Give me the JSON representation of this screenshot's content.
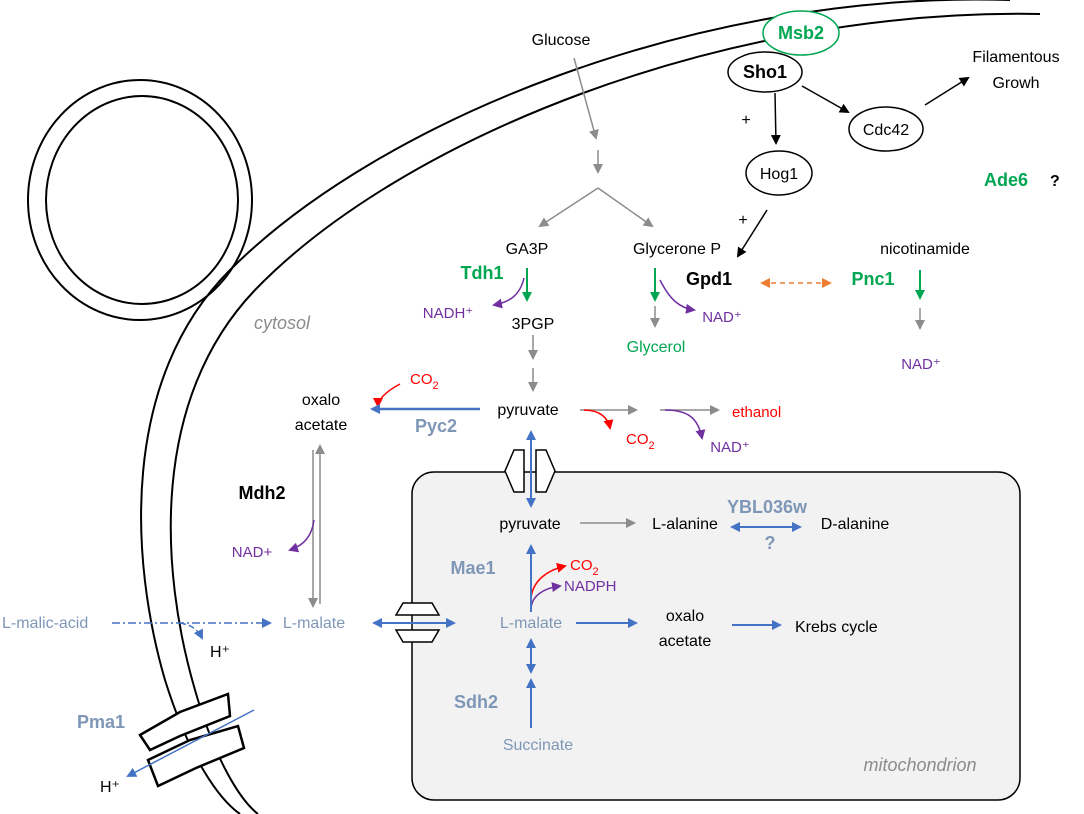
{
  "colors": {
    "black": "#000000",
    "grey_arrow": "#8c8c8c",
    "green": "#00a651",
    "purple": "#7030a0",
    "red": "#ff0000",
    "blue_arrow": "#4472c4",
    "blue_text": "#7f97b7",
    "orange": "#ed7d31",
    "mitochondrion_fill": "#f2f2f2"
  },
  "compartments": {
    "cytosol": "cytosol",
    "mitochondrion": "mitochondrion"
  },
  "signaling": {
    "msb2": "Msb2",
    "sho1": "Sho1",
    "cdc42": "Cdc42",
    "hog1": "Hog1",
    "filamentous_line1": "Filamentous",
    "filamentous_line2": "Growh",
    "plus_1": "+",
    "plus_2": "+",
    "ade6": "Ade6",
    "question": "?"
  },
  "glycolysis": {
    "glucose": "Glucose",
    "ga3p": "GA3P",
    "glycerone_p": "Glycerone P",
    "tdh1": "Tdh1",
    "gpd1": "Gpd1",
    "nadh_plus": "NADH⁺",
    "nad_plus_1": "NAD⁺",
    "three_pgp": "3PGP",
    "glycerol": "Glycerol",
    "nicotinamide": "nicotinamide",
    "pnc1": "Pnc1",
    "nad_plus_2": "NAD⁺",
    "pyruvate": "pyruvate",
    "co2_1": "CO",
    "co2_1_sub": "2",
    "co2_2": "CO",
    "co2_2_sub": "2",
    "ethanol": "ethanol",
    "nad_plus_3": "NAD⁺",
    "oxalo": "oxalo",
    "acetate": "acetate",
    "pyc2": "Pyc2",
    "mdh2": "Mdh2",
    "nad_plus_4": "NAD+",
    "l_malic_acid": "L-malic-acid",
    "l_malate": "L-malate",
    "h_plus_1": "H⁺",
    "pma1": "Pma1",
    "h_plus_2": "H⁺"
  },
  "mitochondrion": {
    "pyruvate": "pyruvate",
    "l_alanine": "L-alanine",
    "ybl036w": "YBL036w",
    "d_alanine": "D-alanine",
    "question": "?",
    "mae1": "Mae1",
    "co2": "CO",
    "co2_sub": "2",
    "nadph": "NADPH",
    "l_malate": "L-malate",
    "oxalo": "oxalo",
    "acetate": "acetate",
    "krebs": "Krebs cycle",
    "sdh2": "Sdh2",
    "succinate": "Succinate"
  }
}
